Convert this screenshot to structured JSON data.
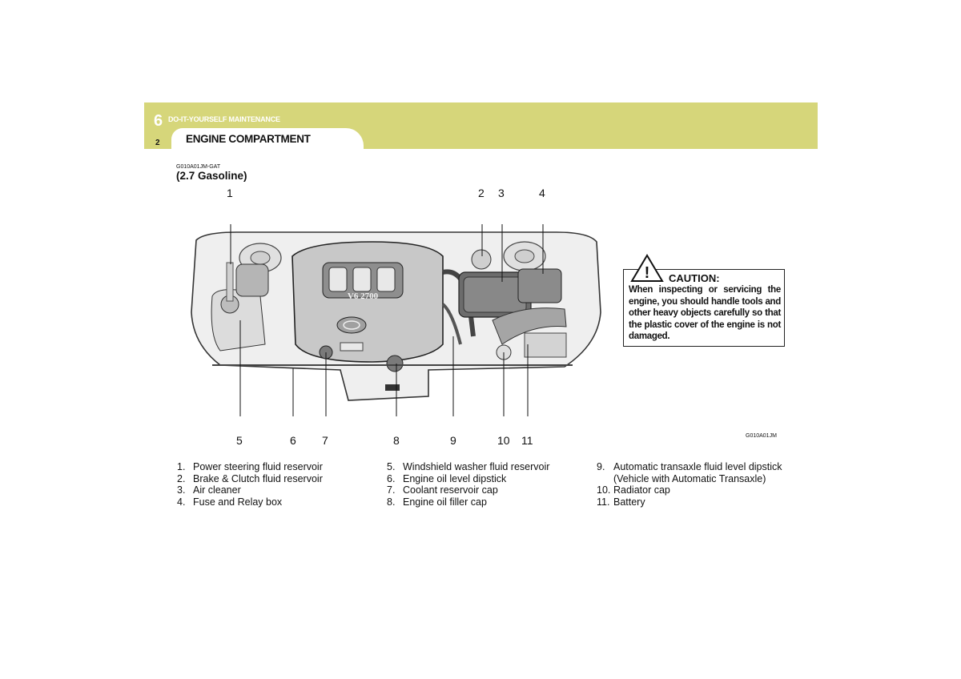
{
  "header": {
    "section_number": "6",
    "section_title": "DO-IT-YOURSELF MAINTENANCE",
    "page_number": "2",
    "page_title": "ENGINE COMPARTMENT"
  },
  "figure": {
    "code_top": "G010A01JM-GAT",
    "subheading": "(2.7 Gasoline)",
    "code_bottom": "G010A01JM",
    "engine_badge": "V6 2700",
    "callouts": [
      "1",
      "2",
      "3",
      "4",
      "5",
      "6",
      "7",
      "8",
      "9",
      "10",
      "11"
    ]
  },
  "caution": {
    "symbol": "!",
    "title": "CAUTION:",
    "text": "When inspecting or servicing the engine, you should handle tools and other heavy objects carefully so that the plastic cover of the engine is not damaged."
  },
  "legend": {
    "col1": [
      {
        "num": "1.",
        "text": "Power steering fluid reservoir"
      },
      {
        "num": "2.",
        "text": "Brake & Clutch fluid reservoir"
      },
      {
        "num": "3.",
        "text": "Air cleaner"
      },
      {
        "num": "4.",
        "text": "Fuse and Relay box"
      }
    ],
    "col2": [
      {
        "num": "5.",
        "text": "Windshield washer fluid reservoir"
      },
      {
        "num": "6.",
        "text": "Engine oil level dipstick"
      },
      {
        "num": "7.",
        "text": "Coolant reservoir cap"
      },
      {
        "num": "8.",
        "text": "Engine oil filler cap"
      }
    ],
    "col3": [
      {
        "num": "9.",
        "text": "Automatic transaxle fluid level dipstick"
      },
      {
        "num": "",
        "text": "(Vehicle with Automatic Transaxle)"
      },
      {
        "num": "10.",
        "text": "Radiator cap"
      },
      {
        "num": "11.",
        "text": "Battery"
      }
    ]
  }
}
